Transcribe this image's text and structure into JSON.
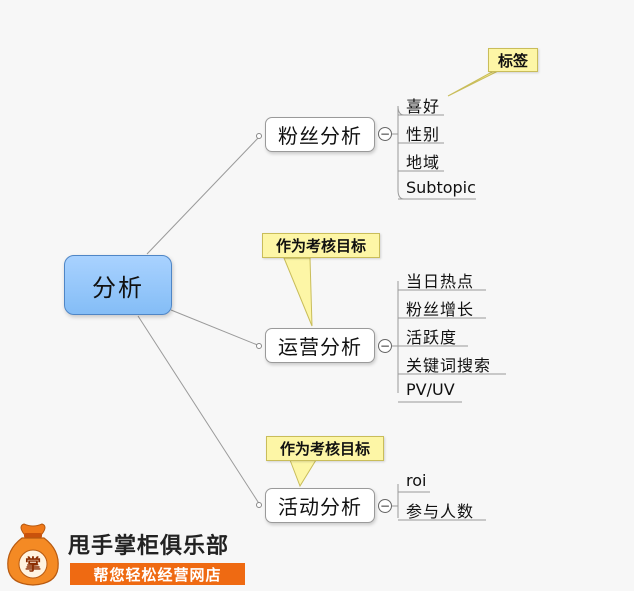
{
  "root": {
    "label": "分析"
  },
  "branches": [
    {
      "label": "粉丝分析",
      "children": [
        "喜好",
        "性别",
        "地域",
        "Subtopic"
      ],
      "callout": "标签"
    },
    {
      "label": "运营分析",
      "children": [
        "当日热点",
        "粉丝增长",
        "活跃度",
        "关键词搜索",
        "PV/UV"
      ],
      "callout": "作为考核目标"
    },
    {
      "label": "活动分析",
      "children": [
        "roi",
        "参与人数"
      ],
      "callout": "作为考核目标"
    }
  ],
  "collapse_symbol": "−",
  "watermark": {
    "logo_char": "掌",
    "brand": "甩手掌柜俱乐部",
    "slogan": "帮您轻松经营网店"
  },
  "colors": {
    "root_fill": "#8fc3fb",
    "callout_fill": "#fdf6a6",
    "line": "#9a9a9a",
    "slogan_bg": "#ef6a12",
    "logo": "#f07a1a"
  }
}
